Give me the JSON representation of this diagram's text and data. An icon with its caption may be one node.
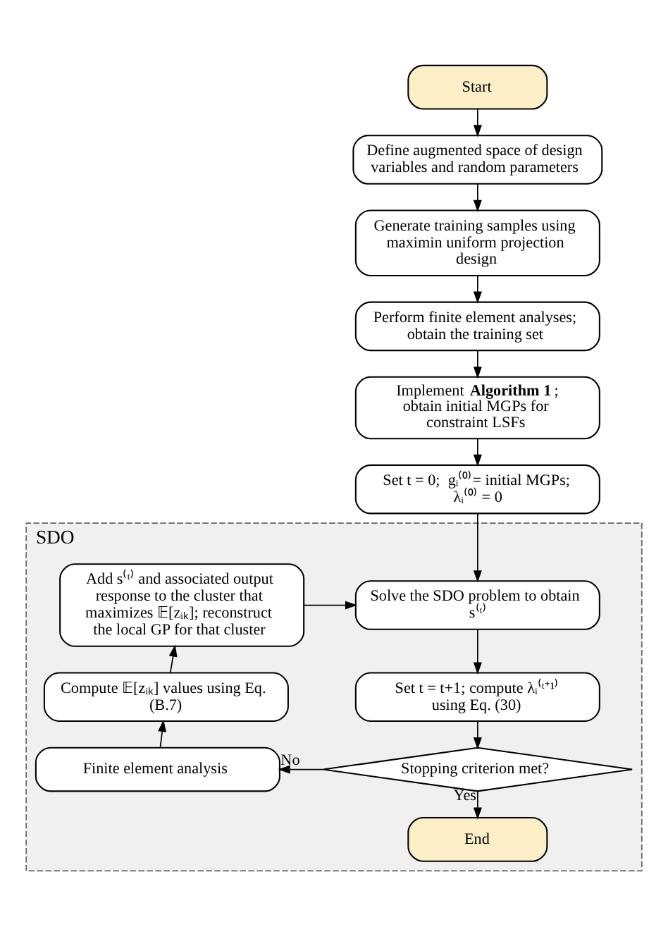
{
  "diagram": {
    "nodes": [
      {
        "text": [
          "Start"
        ]
      },
      {
        "text": [
          "Define augmented space of design variables and random parameters"
        ]
      },
      {
        "text": [
          "Generate training samples using maximin uniform projection design"
        ]
      },
      {
        "text": [
          "Perform finite element analyses; obtain the training set"
        ]
      },
      {
        "text": [
          "Implement **Algorithm 1**; obtain initial MGPs for constraint LSFs"
        ]
      },
      {
        "text": [
          "Set t = 0;  gᵢ⁽⁰⁾= initial MGPs; λᵢ⁽⁰⁾ = 0"
        ]
      },
      {
        "text": [
          "SDO"
        ]
      },
      {
        "text": [
          "Solve the SDO problem to obtain s⁽ᵗ⁾"
        ],
        "in": 6
      },
      {
        "text": [
          "Add s⁽ᵗ⁾ and associated output response to the cluster that maximizes 𝔼[zᵢₖ]; reconstruct the local GP for that cluster"
        ],
        "in": 6
      },
      {
        "text": [
          "Set t = t+1; compute λᵢ⁽ᵗ⁺¹⁾ using Eq. (30)"
        ],
        "in": 6
      },
      {
        "text": [
          "Compute 𝔼[zᵢₖ] values using Eq. (B.7)"
        ],
        "in": 6
      },
      {
        "text": [
          "Stopping criterion met?"
        ],
        "in": 6
      },
      {
        "text": [
          "Finite element analysis"
        ],
        "in": 6
      },
      {
        "text": [
          "End"
        ],
        "in": 6
      }
    ],
    "edges": [
      {
        "from": 0,
        "to": 1,
        "arrow": "to"
      },
      {
        "from": 1,
        "to": 2,
        "arrow": "to"
      },
      {
        "from": 2,
        "to": 3,
        "arrow": "to"
      },
      {
        "from": 3,
        "to": 4,
        "arrow": "to"
      },
      {
        "from": 4,
        "to": 5,
        "arrow": "to"
      },
      {
        "from": 5,
        "to": 7,
        "arrow": "to"
      },
      {
        "from": 7,
        "to": 9,
        "arrow": "to"
      },
      {
        "from": 9,
        "to": 11,
        "arrow": "to"
      },
      {
        "from": 11,
        "to": 12,
        "arrow": "to",
        "label": "No"
      },
      {
        "from": 12,
        "to": 10,
        "arrow": "to"
      },
      {
        "from": 10,
        "to": 8,
        "arrow": "to"
      },
      {
        "from": 8,
        "to": 7,
        "arrow": "to"
      },
      {
        "from": 11,
        "to": 13,
        "arrow": "to",
        "label": "Yes"
      }
    ]
  }
}
